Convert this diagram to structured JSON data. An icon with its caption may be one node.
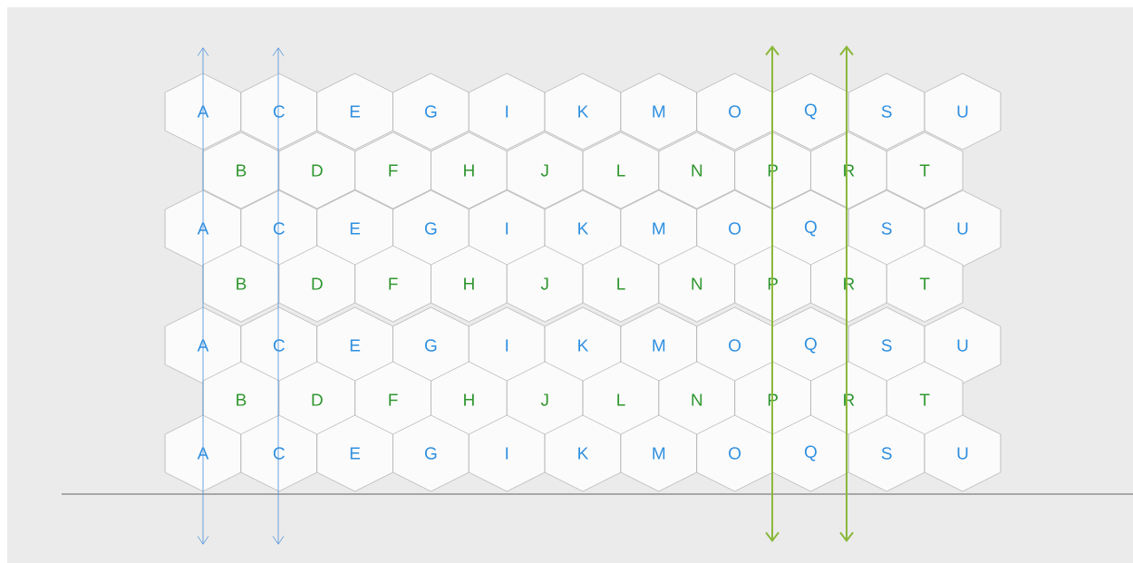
{
  "diagram": {
    "nodes": [
      {
        "text": [
          "A"
        ]
      },
      {
        "text": [
          "C"
        ]
      },
      {
        "text": [
          "E"
        ]
      },
      {
        "text": [
          "G"
        ]
      },
      {
        "text": [
          "I"
        ]
      },
      {
        "text": [
          "K"
        ]
      },
      {
        "text": [
          "M"
        ]
      },
      {
        "text": [
          "O"
        ]
      },
      {
        "text": [
          "Q"
        ]
      },
      {
        "text": [
          "S"
        ]
      },
      {
        "text": [
          "U"
        ]
      },
      {
        "text": [
          "B"
        ]
      },
      {
        "text": [
          "D"
        ]
      },
      {
        "text": [
          "F"
        ]
      },
      {
        "text": [
          "H"
        ]
      },
      {
        "text": [
          "J"
        ]
      },
      {
        "text": [
          "L"
        ]
      },
      {
        "text": [
          "N"
        ]
      },
      {
        "text": [
          "P"
        ]
      },
      {
        "text": [
          "R"
        ]
      },
      {
        "text": [
          "T"
        ]
      },
      {
        "text": [
          "A"
        ]
      },
      {
        "text": [
          "C"
        ]
      },
      {
        "text": [
          "E"
        ]
      },
      {
        "text": [
          "G"
        ]
      },
      {
        "text": [
          "I"
        ]
      },
      {
        "text": [
          "K"
        ]
      },
      {
        "text": [
          "M"
        ]
      },
      {
        "text": [
          "O"
        ]
      },
      {
        "text": [
          "Q"
        ]
      },
      {
        "text": [
          "S"
        ]
      },
      {
        "text": [
          "U"
        ]
      },
      {
        "text": [
          "B"
        ]
      },
      {
        "text": [
          "D"
        ]
      },
      {
        "text": [
          "F"
        ]
      },
      {
        "text": [
          "H"
        ]
      },
      {
        "text": [
          "J"
        ]
      },
      {
        "text": [
          "L"
        ]
      },
      {
        "text": [
          "N"
        ]
      },
      {
        "text": [
          "P"
        ]
      },
      {
        "text": [
          "R"
        ]
      },
      {
        "text": [
          "T"
        ]
      },
      {
        "text": [
          "A"
        ]
      },
      {
        "text": [
          "C"
        ]
      },
      {
        "text": [
          "E"
        ]
      },
      {
        "text": [
          "G"
        ]
      },
      {
        "text": [
          "I"
        ]
      },
      {
        "text": [
          "K"
        ]
      },
      {
        "text": [
          "M"
        ]
      },
      {
        "text": [
          "O"
        ]
      },
      {
        "text": [
          "Q"
        ]
      },
      {
        "text": [
          "S"
        ]
      },
      {
        "text": [
          "U"
        ]
      },
      {
        "text": [
          "B"
        ]
      },
      {
        "text": [
          "D"
        ]
      },
      {
        "text": [
          "F"
        ]
      },
      {
        "text": [
          "H"
        ]
      },
      {
        "text": [
          "J"
        ]
      },
      {
        "text": [
          "L"
        ]
      },
      {
        "text": [
          "N"
        ]
      },
      {
        "text": [
          "P"
        ]
      },
      {
        "text": [
          "R"
        ]
      },
      {
        "text": [
          "T"
        ]
      },
      {
        "text": [
          "A"
        ]
      },
      {
        "text": [
          "C"
        ]
      },
      {
        "text": [
          "E"
        ]
      },
      {
        "text": [
          "G"
        ]
      },
      {
        "text": [
          "I"
        ]
      },
      {
        "text": [
          "K"
        ]
      },
      {
        "text": [
          "M"
        ]
      },
      {
        "text": [
          "O"
        ]
      },
      {
        "text": [
          "Q"
        ]
      },
      {
        "text": [
          "S"
        ]
      },
      {
        "text": [
          "U"
        ]
      }
    ]
  }
}
